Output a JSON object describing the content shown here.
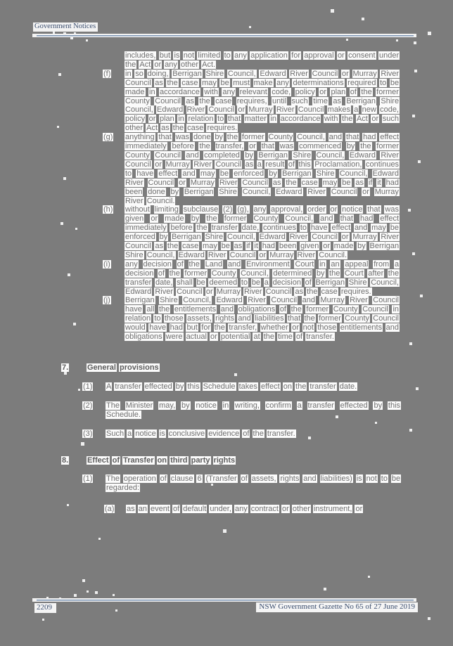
{
  "header": {
    "title": "Government Notices"
  },
  "body": {
    "continuation": "includes, but is not limited to any application for approval or consent under the Act or any other Act.",
    "clauses": [
      {
        "label": "(f)",
        "text": "in so doing, Berrigan Shire Council, Edward River Council or Murray River Council as the case may be must make any determinations required to be made in accordance with any relevant code, policy or plan of the former County Council as the case requires, until such time as Berrigan Shire Council, Edward River Council or Murray River Council makes a new code, policy or plan in relation to that matter in accordance with the Act or such other Act as the case requires."
      },
      {
        "label": "(g)",
        "text": "anything that was done by the former County Council, and that had effect immediately before the transfer, or that was commenced by the former County Council and completed by Berrigan Shire Council, Edward River Council or Murray River Council as a result of this Proclamation, continues to have effect and may be enforced by Berrigan Shire Council, Edward River Council or Murray River Council as the case may be as if it had been done by Berrigan Shire Council, Edward River Council or Murray River Council."
      },
      {
        "label": "(h)",
        "text": "without limiting subclause (2) (g), any approval, order or notice that was given or made by the former County Council, and that had effect immediately before the transfer date, continues to have effect and may be enforced by Berrigan Shire Council, Edward River Council or Murray River Council as the case may be as if it had been given or made by Berrigan Shire Council, Edward River Council or Murray River Council."
      },
      {
        "label": "(i)",
        "text": "any decision of the Land and Environment Court in an appeal from a decision of the former County Council, determined by the Court after the transfer date, shall be deemed to be a decision of Berrigan Shire Council, Edward River Council or Murray River Council as the case requires."
      },
      {
        "label": "(j)",
        "text": "Berrigan Shire Council, Edward River Council and Murray River Council have all the entitlements and obligations of the former County Council in relation to those assets, rights and liabilities that the former County Council would have had but for the transfer, whether or not those entitlements and obligations were actual or potential at the time of transfer."
      }
    ]
  },
  "sections": [
    {
      "number": "7.",
      "heading": "General provisions",
      "subclauses": [
        {
          "label": "(1)",
          "text": "A transfer effected by this Schedule takes effect on the transfer date."
        },
        {
          "label": "(2)",
          "text": "The Minister may, by notice in writing, confirm a transfer effected by this Schedule."
        },
        {
          "label": "(3)",
          "text": "Such a notice is conclusive evidence of the transfer."
        }
      ]
    },
    {
      "number": "8.",
      "heading": "Effect of Transfer on third party rights",
      "subclauses": [
        {
          "label": "(1)",
          "text": "The operation of clause 6 (Transfer of assets, rights and liabilities) is not to be regarded:",
          "children": [
            {
              "label": "(a)",
              "text": "as an event of default under, any contract or other instrument, or"
            }
          ]
        }
      ]
    }
  ],
  "footer": {
    "page_number": "2209",
    "gazette_title": "NSW Government Gazette No 65 of 27 June 2019"
  },
  "colors": {
    "page_background": "#7c7c7c",
    "word_highlight": "#fbfbfb",
    "body_text": "#6f6f6f",
    "accent_navy": "#3c4f6f",
    "rule_blue": "#7d96b5"
  },
  "artifacts": {
    "specks": [
      [
        470,
        13,
        5
      ],
      [
        514,
        25,
        4
      ],
      [
        354,
        37,
        3
      ],
      [
        608,
        45,
        5
      ],
      [
        588,
        59,
        4
      ],
      [
        100,
        52,
        4
      ],
      [
        122,
        56,
        3
      ],
      [
        75,
        45,
        3
      ],
      [
        90,
        46,
        4
      ],
      [
        105,
        46,
        3
      ],
      [
        492,
        55,
        3
      ],
      [
        563,
        56,
        3
      ],
      [
        83,
        104,
        4
      ],
      [
        589,
        99,
        4
      ],
      [
        81,
        179,
        3
      ],
      [
        586,
        163,
        4
      ],
      [
        90,
        252,
        4
      ],
      [
        594,
        228,
        4
      ],
      [
        86,
        316,
        4
      ],
      [
        107,
        324,
        3
      ],
      [
        580,
        297,
        4
      ],
      [
        586,
        359,
        4
      ],
      [
        96,
        389,
        4
      ],
      [
        597,
        419,
        4
      ],
      [
        104,
        459,
        4
      ],
      [
        582,
        487,
        4
      ],
      [
        333,
        531,
        4
      ],
      [
        91,
        529,
        4
      ],
      [
        591,
        551,
        4
      ],
      [
        111,
        553,
        3
      ],
      [
        477,
        591,
        4
      ],
      [
        533,
        600,
        3
      ],
      [
        582,
        610,
        4
      ],
      [
        438,
        621,
        4
      ],
      [
        115,
        629,
        5
      ],
      [
        300,
        688,
        3
      ],
      [
        95,
        717,
        3
      ],
      [
        317,
        753,
        5
      ],
      [
        140,
        765,
        3
      ],
      [
        523,
        819,
        3
      ],
      [
        460,
        836,
        4
      ],
      [
        117,
        824,
        4
      ],
      [
        123,
        840,
        3
      ],
      [
        105,
        845,
        4
      ],
      [
        135,
        841,
        4
      ],
      [
        160,
        845,
        3
      ],
      [
        164,
        867,
        3
      ],
      [
        66,
        849,
        3
      ],
      [
        84,
        850,
        3
      ],
      [
        608,
        878,
        4
      ],
      [
        60,
        880,
        3
      ]
    ]
  }
}
